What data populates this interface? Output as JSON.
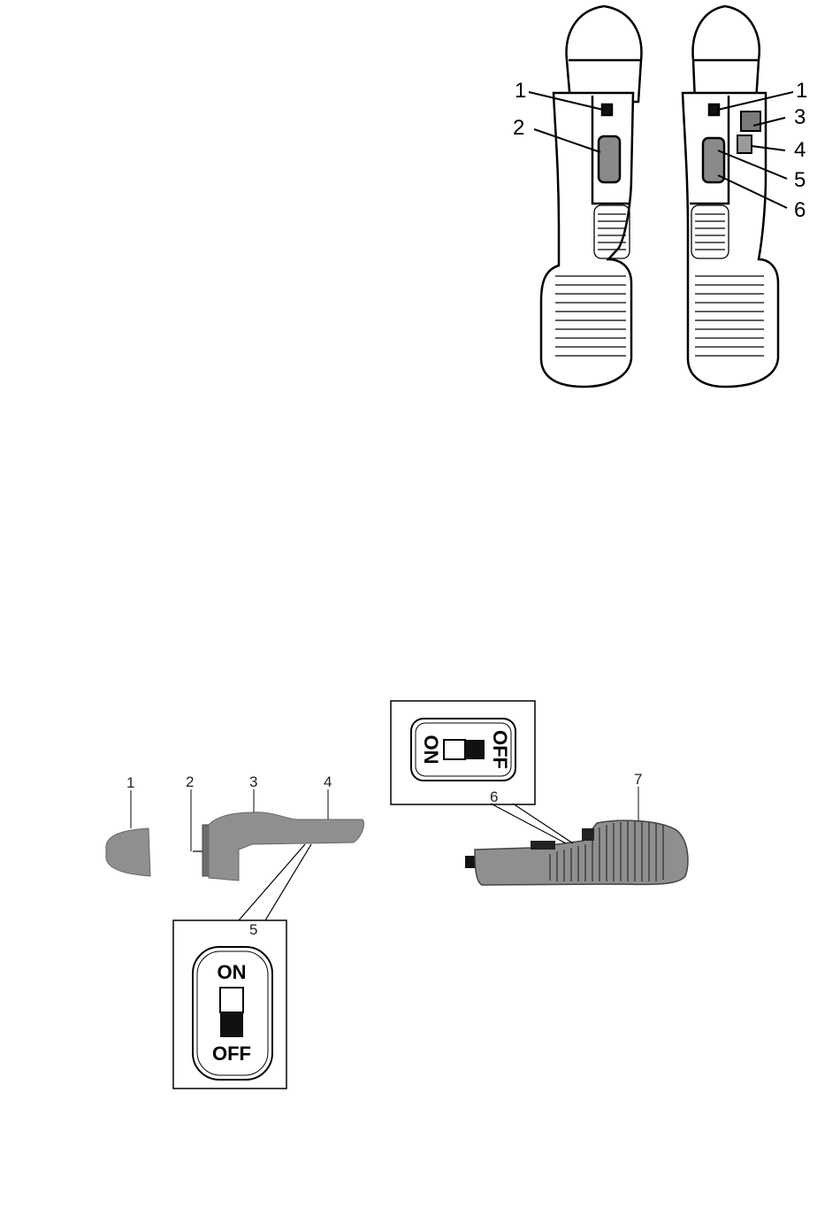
{
  "top_figure": {
    "left_view_callouts": [
      "1",
      "2"
    ],
    "right_view_callouts": [
      "1",
      "3",
      "4",
      "5",
      "6"
    ]
  },
  "bottom_figure": {
    "part_callouts": [
      "1",
      "2",
      "3",
      "4",
      "5",
      "6",
      "7"
    ],
    "switch_on_label": "ON",
    "switch_off_label": "OFF",
    "inset_on_label": "ON",
    "inset_off_label": "OFF"
  },
  "colors": {
    "outline": "#000000",
    "part_gray": "#8f8f8f",
    "dark_gray": "#6e6e6e",
    "switch_black": "#111111"
  }
}
